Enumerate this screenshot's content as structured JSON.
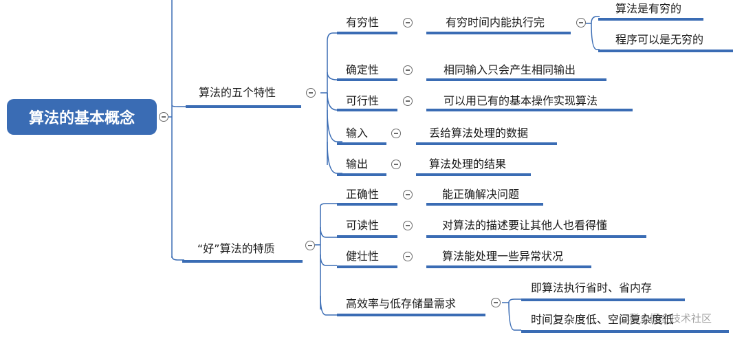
{
  "root": {
    "label": "算法的基本概念"
  },
  "five_properties": {
    "label": "算法的五个特性",
    "finite": {
      "label": "有穷性",
      "detail": "有穷时间内能执行完",
      "sub1": "算法是有穷的",
      "sub2": "程序可以是无穷的"
    },
    "deterministic": {
      "label": "确定性",
      "detail": "相同输入只会产生相同输出"
    },
    "feasible": {
      "label": "可行性",
      "detail": "可以用已有的基本操作实现算法"
    },
    "input": {
      "label": "输入",
      "detail": "丢给算法处理的数据"
    },
    "output": {
      "label": "输出",
      "detail": "算法处理的结果"
    }
  },
  "good_algorithm": {
    "label": "“好”算法的特质",
    "correctness": {
      "label": "正确性",
      "detail": "能正确解决问题"
    },
    "readability": {
      "label": "可读性",
      "detail": "对算法的描述要让其他人也看得懂"
    },
    "robustness": {
      "label": "健壮性",
      "detail": "算法能处理一些异常状况"
    },
    "efficiency": {
      "label": "高效率与低存储量需求",
      "sub1": "即算法执行省时、省内存",
      "sub2": "时间复杂度低、空间复杂度低"
    }
  },
  "watermark": "@稀土掘金技术社区",
  "colors": {
    "root_bg": "#3a6cb4",
    "line": "#3a6cb4"
  }
}
